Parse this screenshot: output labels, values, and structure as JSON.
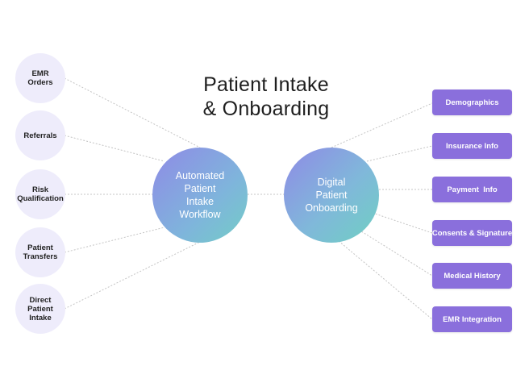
{
  "title": {
    "line1": "Patient Intake",
    "line2": "& Onboarding"
  },
  "left_nodes": [
    {
      "lines": [
        "EMR",
        "Orders"
      ]
    },
    {
      "lines": [
        "Referrals"
      ]
    },
    {
      "lines": [
        "Risk",
        "Qualification"
      ]
    },
    {
      "lines": [
        "Patient",
        "Transfers"
      ]
    },
    {
      "lines": [
        "Direct",
        "Patient",
        "Intake"
      ]
    }
  ],
  "hubs": {
    "left": {
      "lines": [
        "Automated",
        "Patient",
        "Intake",
        "Workflow"
      ]
    },
    "right": {
      "lines": [
        "Digital",
        "Patient",
        "Onboarding"
      ]
    }
  },
  "right_nodes": [
    {
      "label": "Demographics"
    },
    {
      "label": "Insurance Info"
    },
    {
      "label": "Payment  Info"
    },
    {
      "label": "Consents & Signature"
    },
    {
      "label": "Medical History"
    },
    {
      "label": "EMR Integration"
    }
  ],
  "colors": {
    "title_text": "#1f1f1f",
    "left_node_fill": "#eeecfb",
    "right_node_fill": "#8a6fdc",
    "hub_gradient_start": "#8f8ae6",
    "hub_gradient_end": "#73cdc6",
    "connector": "#c4c4c4"
  }
}
